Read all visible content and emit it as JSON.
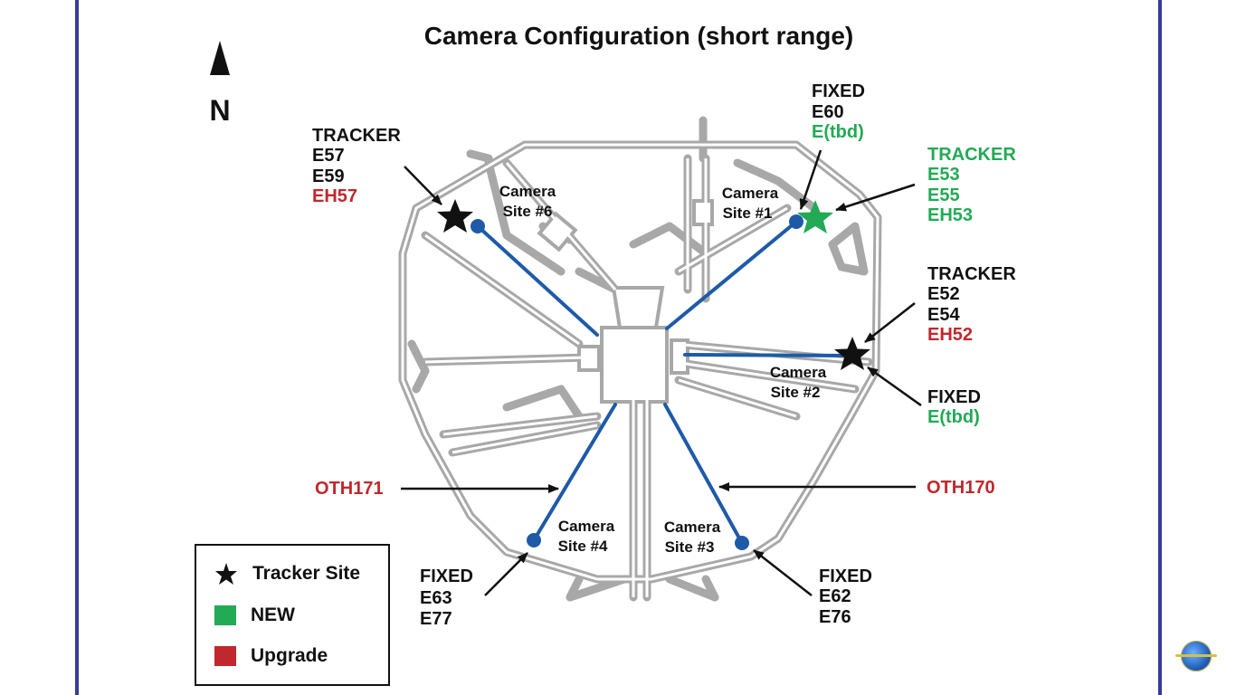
{
  "title": "Camera Configuration (short range)",
  "north": {
    "label": "N"
  },
  "colors": {
    "black": "#111111",
    "green": "#22aa55",
    "red": "#c0282d",
    "camera_line": "#1e5aa8",
    "map": "#a8a8a8",
    "frame": "#3a3a9a"
  },
  "camera_sites": {
    "site1": "Camera\nSite #1",
    "site2": "Camera\nSite #2",
    "site3": "Camera\nSite #3",
    "site4": "Camera\nSite #4",
    "site6": "Camera\nSite #6"
  },
  "labels": {
    "nw_tracker": {
      "type": "TRACKER",
      "l1": "E57",
      "l2": "E59",
      "l3": "EH57"
    },
    "n_fixed": {
      "type": "FIXED",
      "l1": "E60",
      "l2": "E(tbd)"
    },
    "ne_tracker": {
      "type": "TRACKER",
      "l1": "E53",
      "l2": "E55",
      "l3": "EH53"
    },
    "e_tracker": {
      "type": "TRACKER",
      "l1": "E52",
      "l2": "E54",
      "l3": "EH52"
    },
    "e_fixed": {
      "type": "FIXED",
      "l1": "E(tbd)"
    },
    "oth171": "OTH171",
    "oth170": "OTH170",
    "sw_fixed": {
      "type": "FIXED",
      "l1": "E63",
      "l2": "E77"
    },
    "se_fixed": {
      "type": "FIXED",
      "l1": "E62",
      "l2": "E76"
    }
  },
  "legend": {
    "tracker": "Tracker Site",
    "new": "NEW",
    "upgrade": "Upgrade"
  }
}
